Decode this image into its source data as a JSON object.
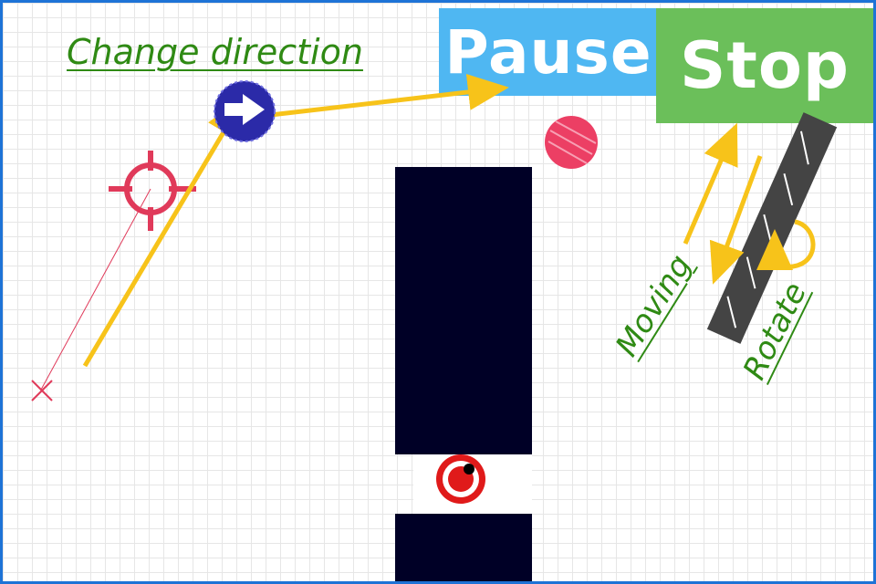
{
  "hints": {
    "change_direction": "Change direction",
    "moving": "Moving",
    "rotate": "Rotate"
  },
  "buttons": {
    "pause": "Pause",
    "stop": "Stop"
  },
  "icons": {
    "arrow": "arrow-icon",
    "crosshair": "crosshair-icon",
    "start_marker": "x-mark-icon",
    "target": "target-icon",
    "ball": "ball-icon",
    "direction_changer": "direction-changer-icon"
  },
  "colors": {
    "border": "#1e73d6",
    "pause": "#4fb7f2",
    "stop": "#6bbf5a",
    "hint_text": "#2f8a14",
    "path_arrow": "#f7c31a",
    "wall": "#000026",
    "crosshair": "#e03a5a",
    "ball": "#ec3f64",
    "direction_changer": "#2b2aa8",
    "target": "#e01a1a",
    "paddle": "#444444"
  }
}
